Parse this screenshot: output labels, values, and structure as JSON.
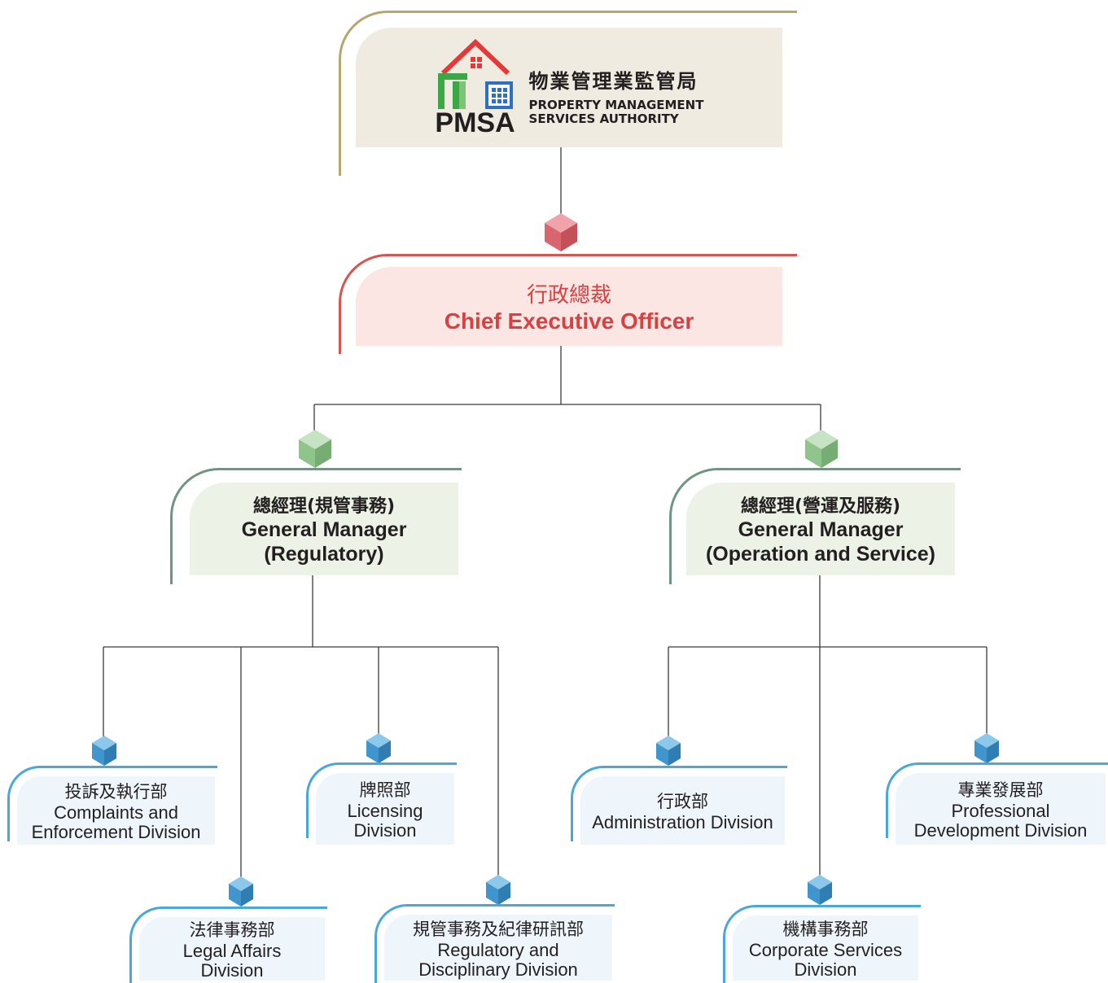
{
  "logo": {
    "abbr": "PMSA",
    "name_zh": "物業管理業監管局",
    "name_en_line1": "PROPERTY MANAGEMENT",
    "name_en_line2": "SERVICES AUTHORITY"
  },
  "ceo": {
    "zh": "行政總裁",
    "en": "Chief Executive Officer"
  },
  "gm_regulatory": {
    "zh": "總經理(規管事務)",
    "en_line1": "General Manager",
    "en_line2": "(Regulatory)"
  },
  "gm_operation": {
    "zh": "總經理(營運及服務)",
    "en_line1": "General Manager",
    "en_line2": "(Operation and Service)"
  },
  "divisions": {
    "complaints": {
      "zh": "投訴及執行部",
      "en_line1": "Complaints and",
      "en_line2": "Enforcement Division"
    },
    "legal": {
      "zh": "法律事務部",
      "en_line1": "Legal Affairs",
      "en_line2": "Division"
    },
    "licensing": {
      "zh": "牌照部",
      "en_line1": "Licensing",
      "en_line2": "Division"
    },
    "regulatory": {
      "zh": "規管事務及紀律研訊部",
      "en_line1": "Regulatory and",
      "en_line2": "Disciplinary Division"
    },
    "administration": {
      "zh": "行政部",
      "en_line1": "Administration Division"
    },
    "corporate": {
      "zh": "機構事務部",
      "en_line1": "Corporate Services",
      "en_line2": "Division"
    },
    "professional": {
      "zh": "專業發展部",
      "en_line1": "Professional",
      "en_line2": "Development Division"
    }
  },
  "colors": {
    "logo_border": "#b8a66f",
    "ceo_accent": "#d94040",
    "gm_accent": "#6f9584",
    "division_accent": "#4aa8d8",
    "connector": "#3a3a3a"
  }
}
